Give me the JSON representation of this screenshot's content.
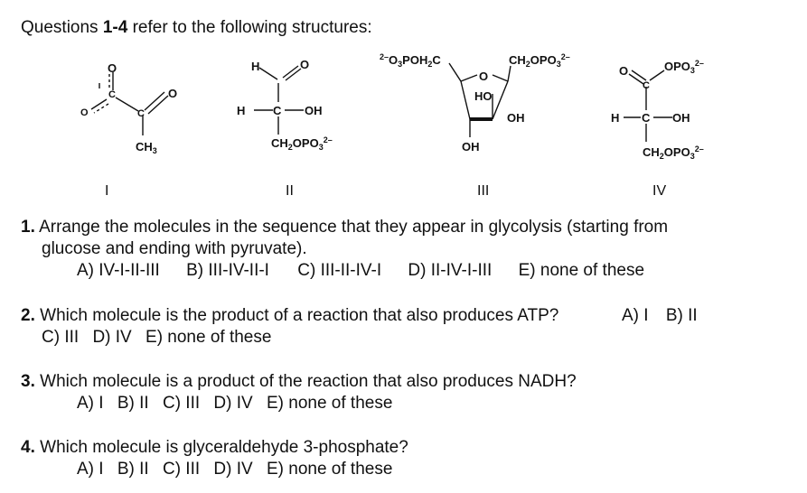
{
  "header": {
    "prefix": "Questions ",
    "range": "1-4",
    "suffix": " refer to the following structures:"
  },
  "structures": [
    {
      "roman": "I"
    },
    {
      "roman": "II"
    },
    {
      "roman": "III"
    },
    {
      "roman": "IV"
    }
  ],
  "struct_text": {
    "s1_methyl": "CH3",
    "s2_h": "H",
    "s2_hc": "H",
    "s2_oh": "OH",
    "s2_phosphate": "CH2OPO32-",
    "s3_left": "2-O3POH2C",
    "s3_right": "CH2OPO32-",
    "s3_ho": "HO",
    "s3_oh1": "OH",
    "s3_oh2": "OH",
    "s4_o": "O",
    "s4_opo": "OPO32-",
    "s4_h": "H",
    "s4_oh": "OH",
    "s4_phosphate": "CH2OPO32-"
  },
  "questions": [
    {
      "number": "1.",
      "text": "Arrange the molecules in the sequence that they appear in glycolysis (starting from",
      "text2": "glucose and ending with pyruvate).",
      "options": [
        "A) IV-I-II-III",
        "B) III-IV-II-I",
        "C) III-II-IV-I",
        "D) II-IV-I-III",
        "E) none of these"
      ]
    },
    {
      "number": "2.",
      "text": "Which molecule is the product of a reaction that also produces ATP?",
      "inline_options": [
        "A) I",
        "B) II"
      ],
      "options": [
        "C) III",
        "D) IV",
        "E)  none of these"
      ]
    },
    {
      "number": "3.",
      "text": "Which molecule is a product of the reaction that also produces NADH?",
      "options": [
        "A) I",
        "B) II",
        "C) III",
        "D) IV",
        "E)  none of these"
      ]
    },
    {
      "number": "4.",
      "text": "Which molecule is glyceraldehyde 3-phosphate?",
      "options": [
        "A) I",
        "B) II",
        "C) III",
        "D) IV",
        "E)  none of these"
      ]
    }
  ]
}
